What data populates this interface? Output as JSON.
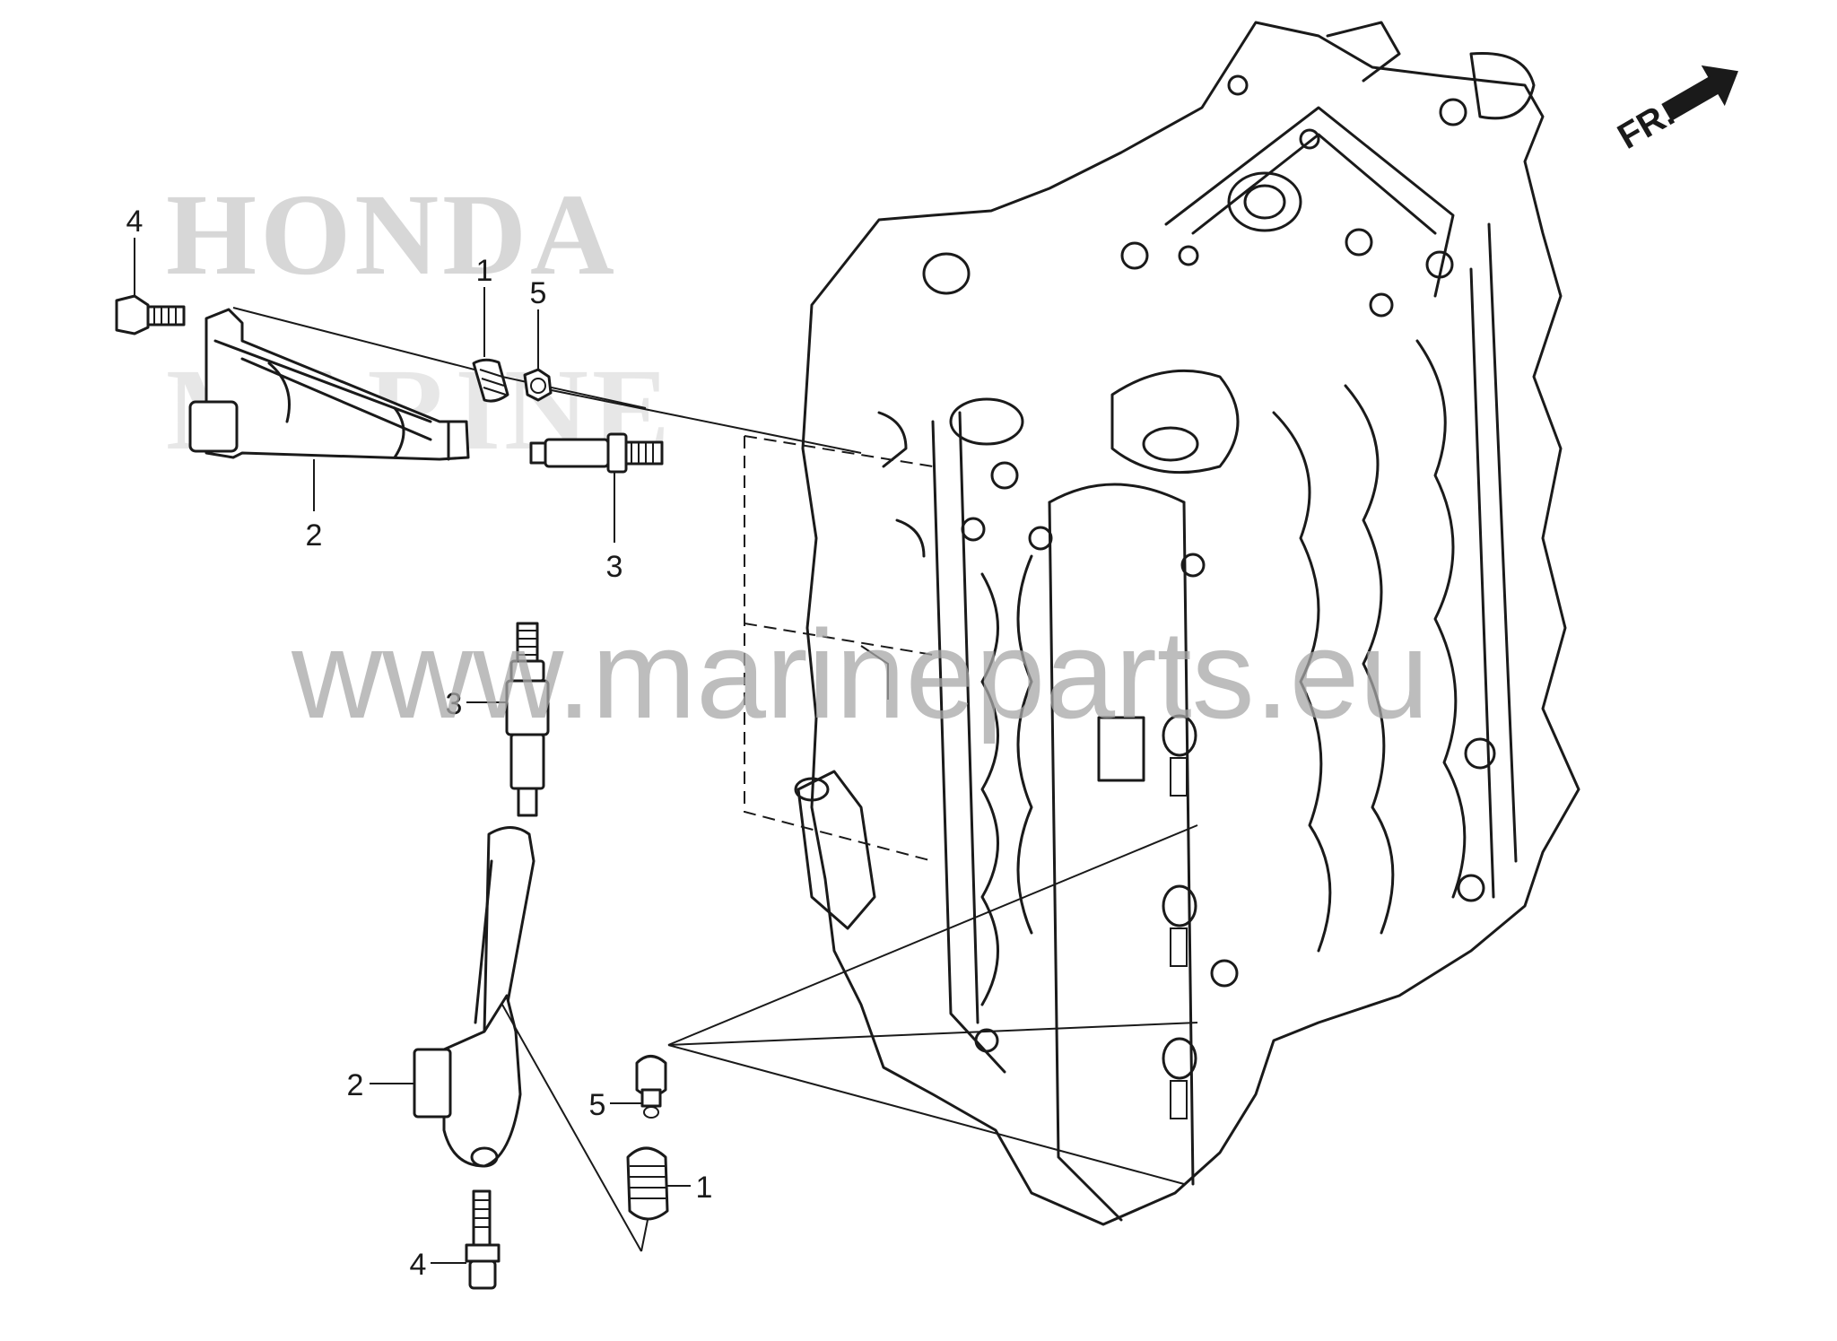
{
  "watermark": {
    "brand_line": "HONDA",
    "brand_line2": "MARINE",
    "site": "www.marineparts.eu"
  },
  "orientation": {
    "label": "FR.",
    "icon": "front-direction-arrow-icon"
  },
  "callouts": {
    "top": [
      {
        "num": "4"
      },
      {
        "num": "1"
      },
      {
        "num": "5"
      },
      {
        "num": "2"
      },
      {
        "num": "3"
      }
    ],
    "bottom": [
      {
        "num": "3"
      },
      {
        "num": "2"
      },
      {
        "num": "5"
      },
      {
        "num": "1"
      },
      {
        "num": "4"
      }
    ]
  },
  "colors": {
    "line": "#1a1a1a",
    "watermark": "#a8a8a8",
    "background": "#ffffff"
  }
}
